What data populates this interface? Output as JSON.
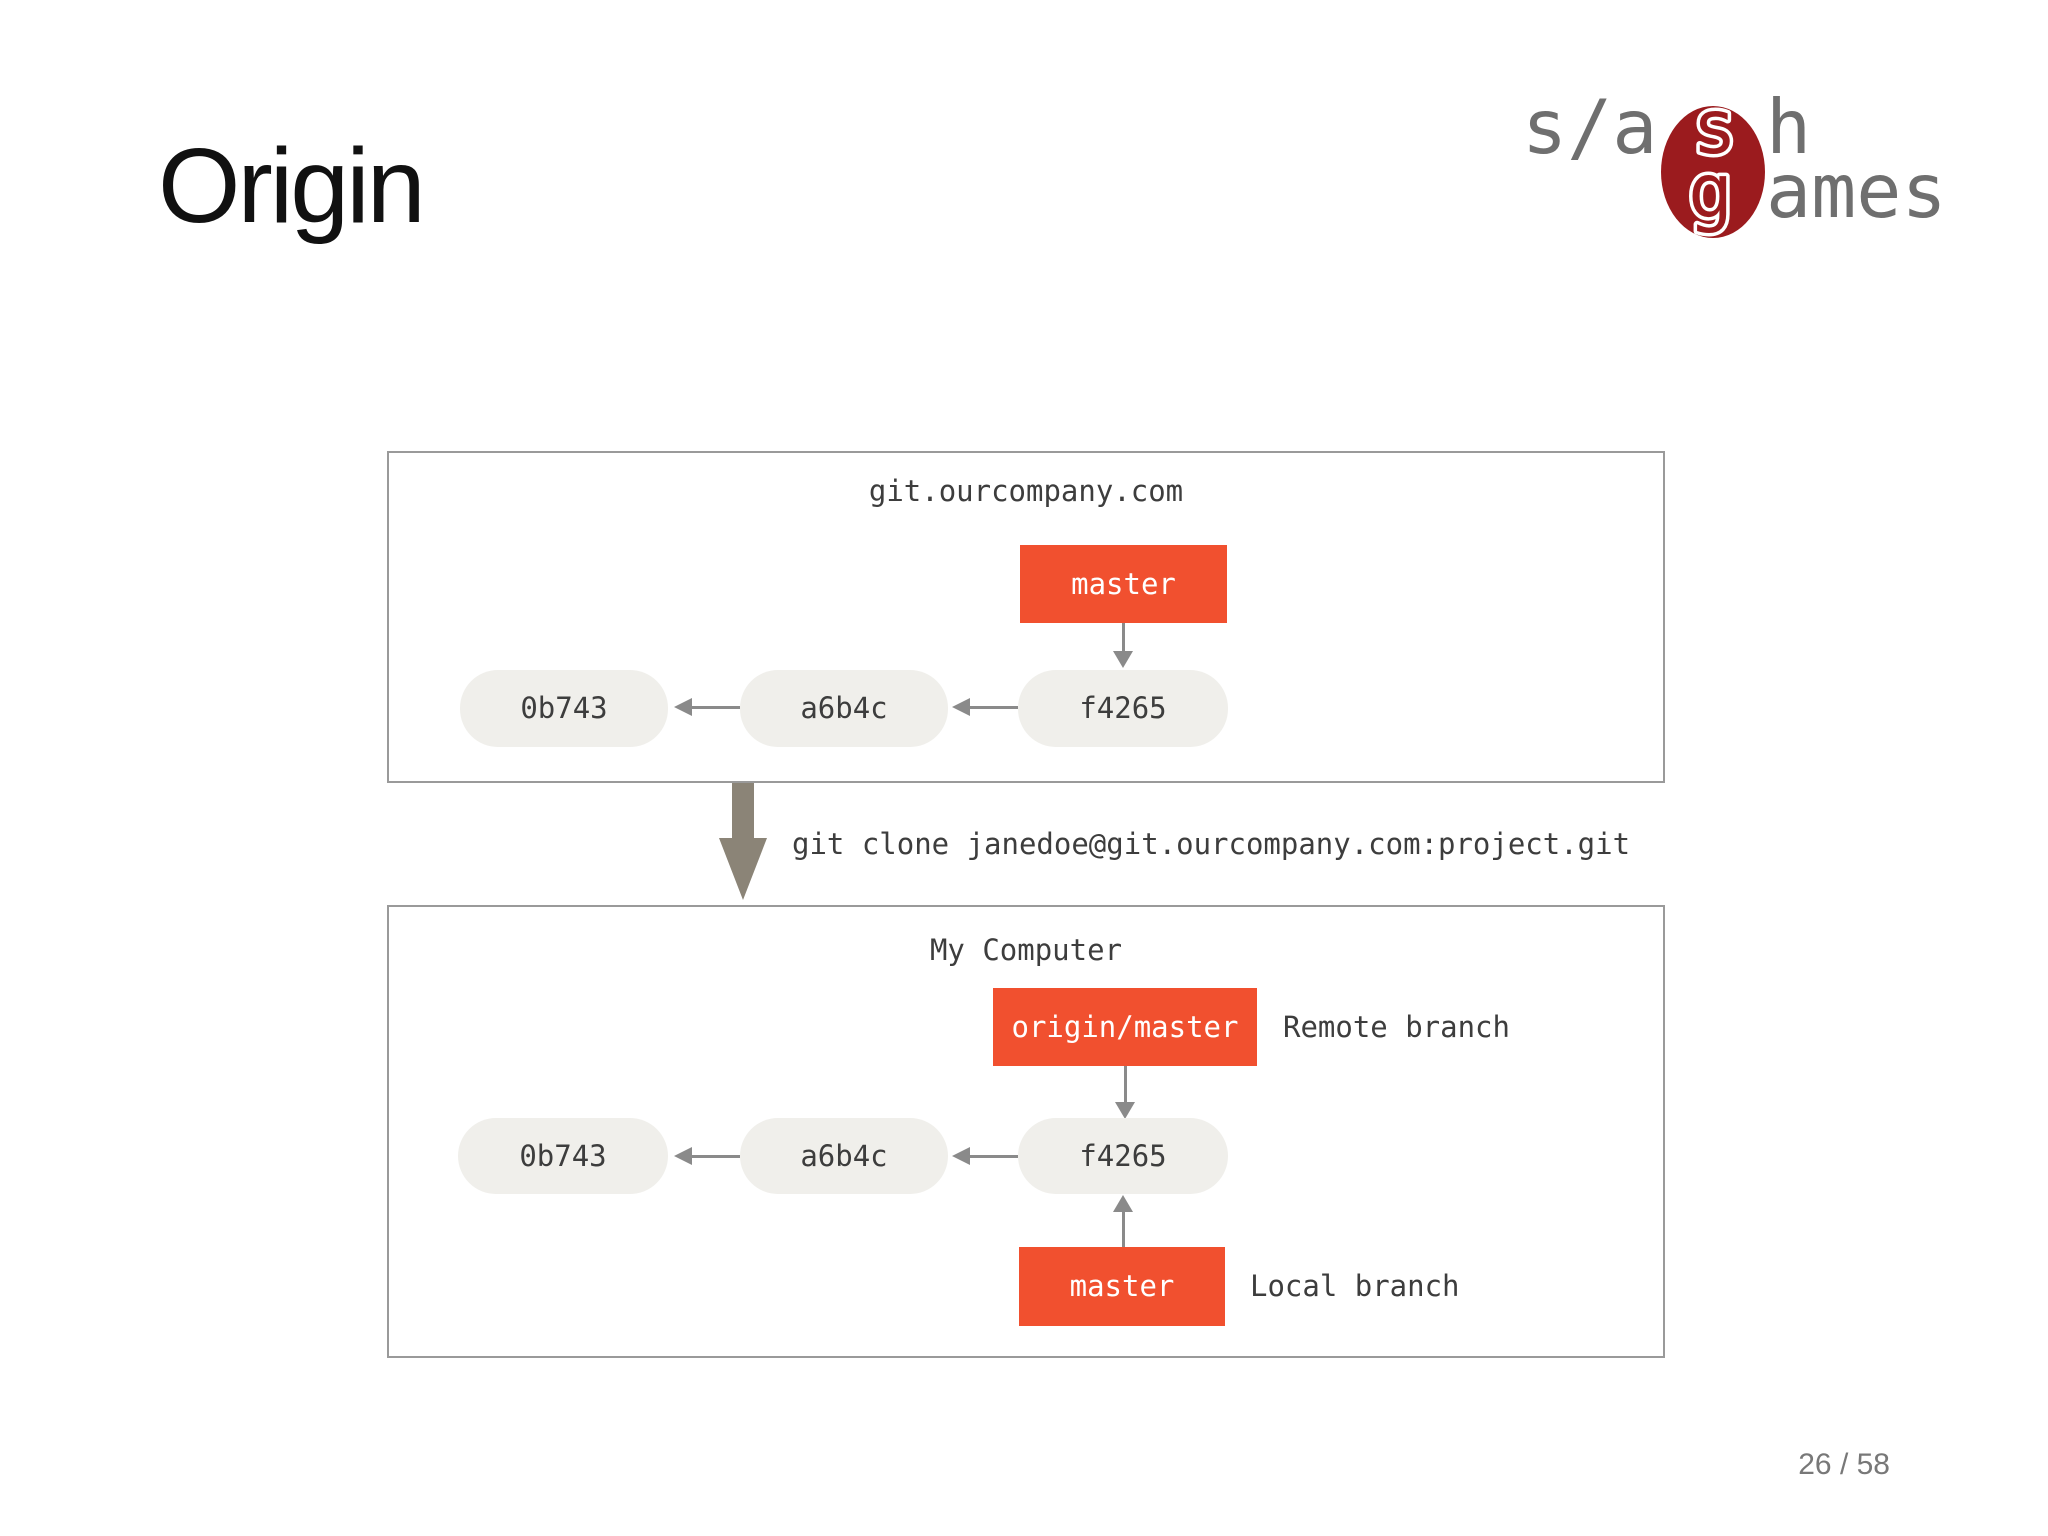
{
  "slide": {
    "title": "Origin",
    "page_number": "26 / 58"
  },
  "logo": {
    "name": "slash games",
    "top_left_text": "s/a",
    "top_ellipse_letter": "s",
    "top_right_text": "h",
    "bottom_ellipse_letter": "g",
    "bottom_text": "ames",
    "ellipse_color": "#9b1b1e",
    "text_color": "#6f6f6f"
  },
  "diagram": {
    "remote_repo": {
      "title": "git.ourcompany.com",
      "branch_tag": "master",
      "commits": [
        "0b743",
        "a6b4c",
        "f4265"
      ]
    },
    "clone_command": "git clone janedoe@git.ourcompany.com:project.git",
    "local_repo": {
      "title": "My Computer",
      "remote_branch_tag": "origin/master",
      "remote_branch_label": "Remote branch",
      "commits": [
        "0b743",
        "a6b4c",
        "f4265"
      ],
      "local_branch_tag": "master",
      "local_branch_label": "Local branch"
    },
    "colors": {
      "tag_background": "#f1502f",
      "commit_fill": "#f0efeb",
      "box_border": "#9a9a9a",
      "arrow": "#8a8a8a",
      "big_arrow": "#8b8477",
      "text": "#3d3d3d"
    }
  }
}
